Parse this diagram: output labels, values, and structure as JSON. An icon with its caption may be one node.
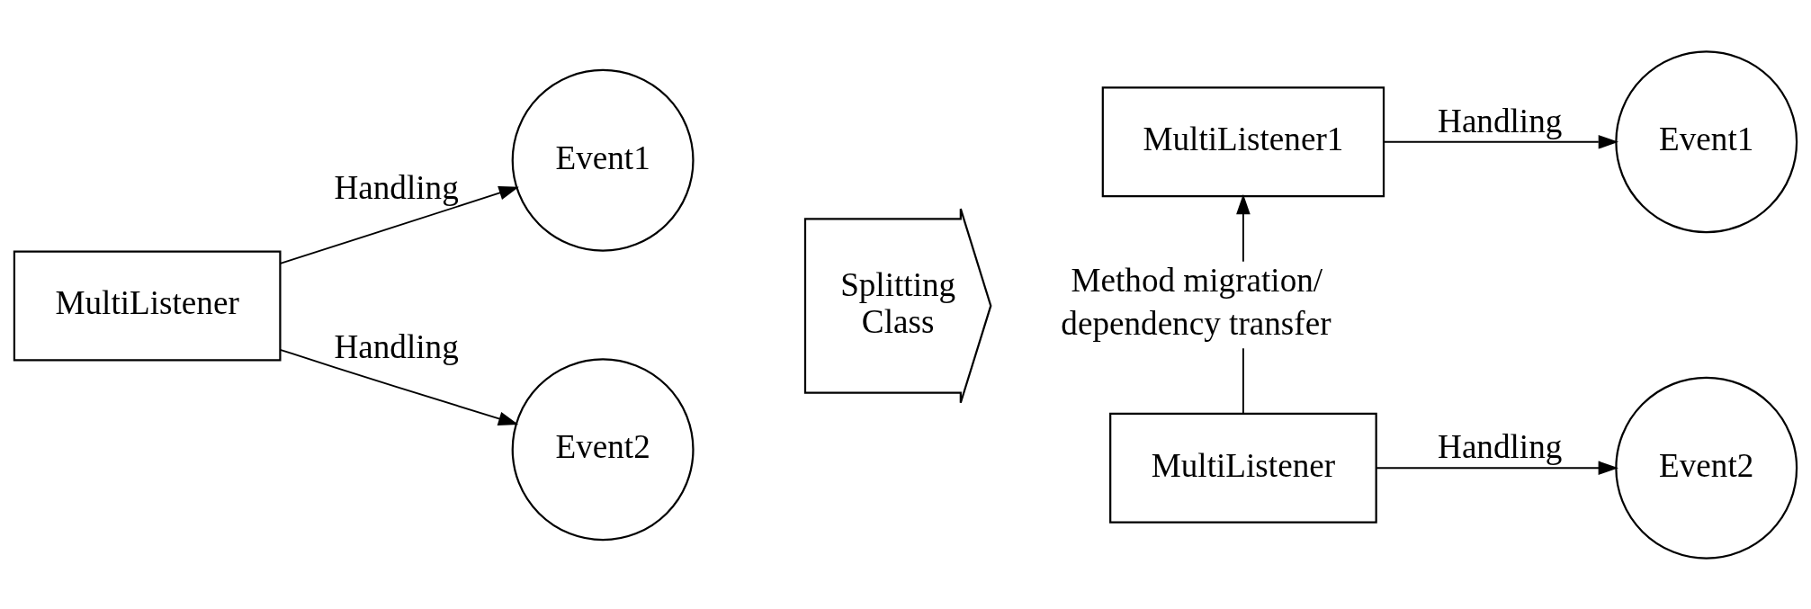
{
  "diagram": {
    "nodes": [
      {
        "text": [
          "MultiListener"
        ]
      },
      {
        "text": [
          "Event1"
        ]
      },
      {
        "text": [
          "Event2"
        ]
      },
      {
        "text": [
          "Splitting Class"
        ]
      },
      {
        "text": [
          "MultiListener1"
        ]
      },
      {
        "text": [
          "Event1"
        ]
      },
      {
        "text": [
          "MultiListener"
        ]
      },
      {
        "text": [
          "Event2"
        ]
      }
    ],
    "edges": [
      {
        "from": 0,
        "to": 1,
        "arrow": "to",
        "label": "Handling"
      },
      {
        "from": 0,
        "to": 2,
        "arrow": "to",
        "label": "Handling"
      },
      {
        "from": 6,
        "to": 4,
        "arrow": "to",
        "label": "Method migration/ dependency transfer"
      },
      {
        "from": 4,
        "to": 5,
        "arrow": "to",
        "label": "Handling"
      },
      {
        "from": 6,
        "to": 7,
        "arrow": "to",
        "label": "Handling"
      }
    ]
  }
}
